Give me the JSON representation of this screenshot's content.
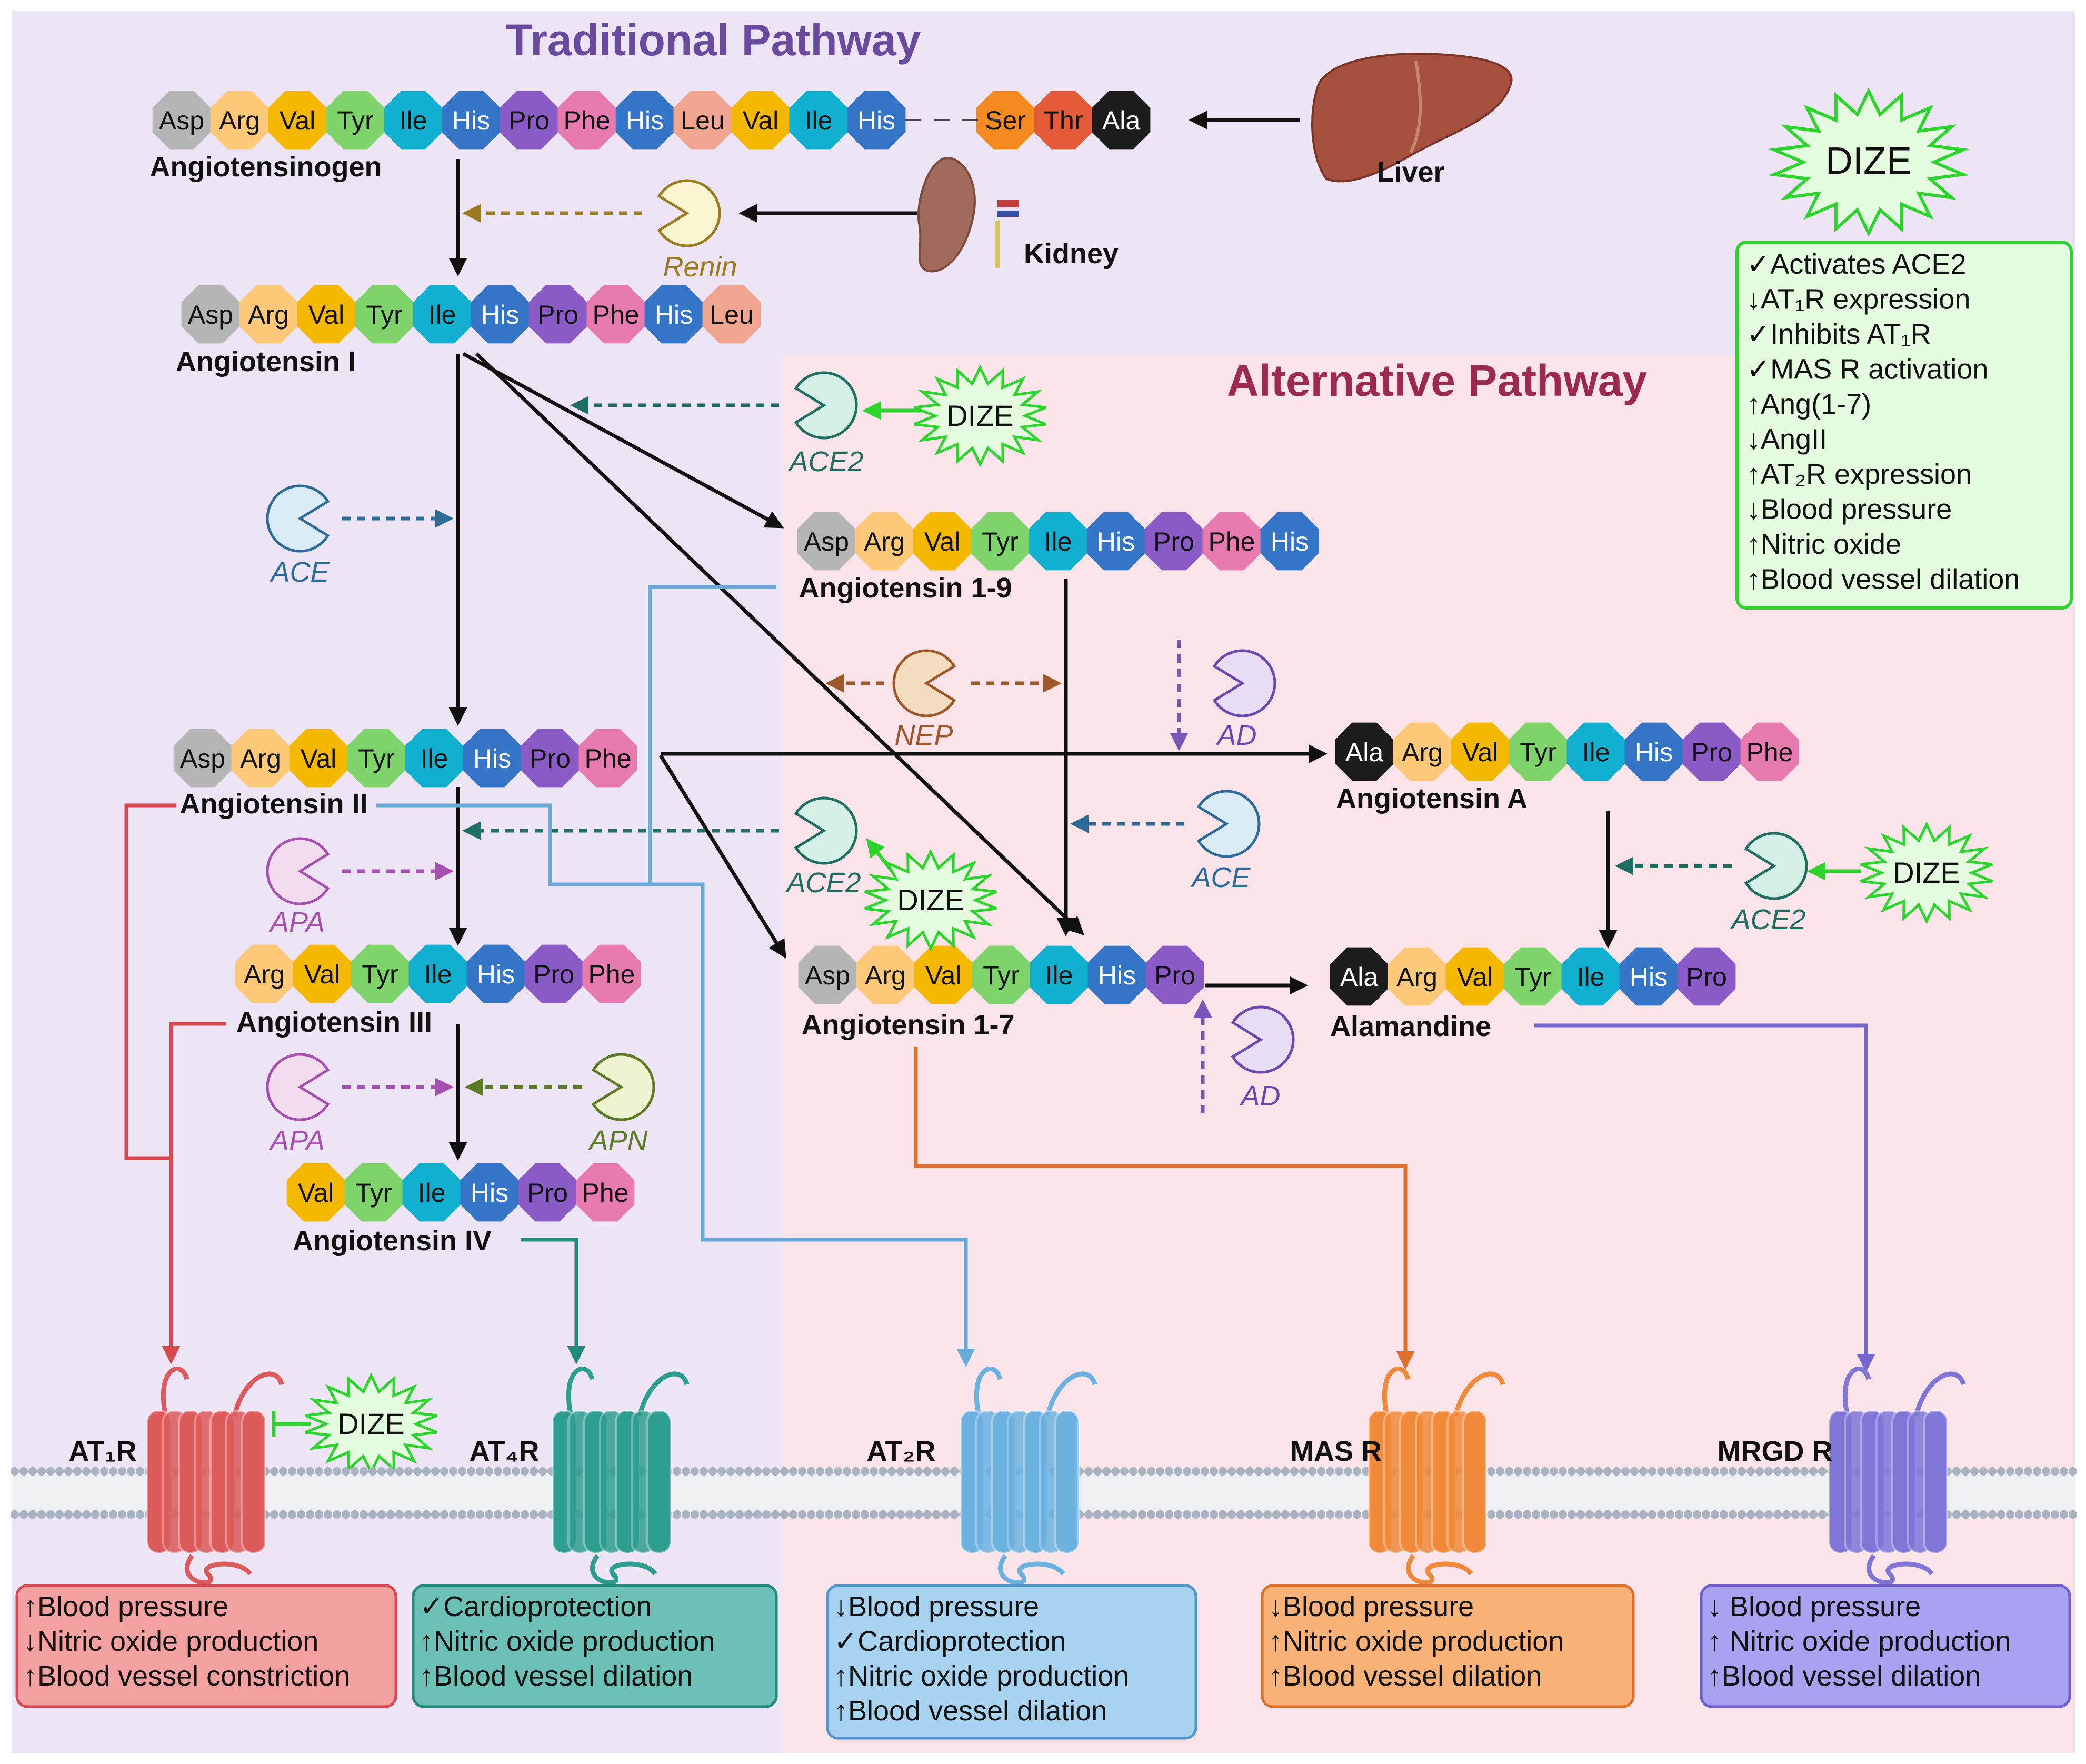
{
  "titles": {
    "traditional": "Traditional Pathway",
    "alternative": "Alternative Pathway"
  },
  "organs": {
    "liver": "Liver",
    "kidney": "Kidney"
  },
  "peptides": [
    {
      "id": "agt",
      "name": "Angiotensinogen",
      "residues": [
        "Asp",
        "Arg",
        "Val",
        "Tyr",
        "Ile",
        "His",
        "Pro",
        "Phe",
        "His",
        "Leu",
        "Val",
        "Ile",
        "His",
        "Ser",
        "Thr",
        "Ala"
      ]
    },
    {
      "id": "ang1",
      "name": "Angiotensin I",
      "residues": [
        "Asp",
        "Arg",
        "Val",
        "Tyr",
        "Ile",
        "His",
        "Pro",
        "Phe",
        "His",
        "Leu"
      ]
    },
    {
      "id": "ang19",
      "name": "Angiotensin 1-9",
      "residues": [
        "Asp",
        "Arg",
        "Val",
        "Tyr",
        "Ile",
        "His",
        "Pro",
        "Phe",
        "His"
      ]
    },
    {
      "id": "ang2",
      "name": "Angiotensin II",
      "residues": [
        "Asp",
        "Arg",
        "Val",
        "Tyr",
        "Ile",
        "His",
        "Pro",
        "Phe"
      ]
    },
    {
      "id": "angA",
      "name": "Angiotensin A",
      "residues": [
        "Ala",
        "Arg",
        "Val",
        "Tyr",
        "Ile",
        "His",
        "Pro",
        "Phe"
      ]
    },
    {
      "id": "ang3",
      "name": "Angiotensin III",
      "residues": [
        "Arg",
        "Val",
        "Tyr",
        "Ile",
        "His",
        "Pro",
        "Phe"
      ]
    },
    {
      "id": "ang17",
      "name": "Angiotensin 1-7",
      "residues": [
        "Asp",
        "Arg",
        "Val",
        "Tyr",
        "Ile",
        "His",
        "Pro"
      ]
    },
    {
      "id": "alam",
      "name": "Alamandine",
      "residues": [
        "Ala",
        "Arg",
        "Val",
        "Tyr",
        "Ile",
        "His",
        "Pro"
      ]
    },
    {
      "id": "ang4",
      "name": "Angiotensin IV",
      "residues": [
        "Val",
        "Tyr",
        "Ile",
        "His",
        "Pro",
        "Phe"
      ]
    }
  ],
  "enzymes": [
    {
      "id": "renin",
      "label": "Renin"
    },
    {
      "id": "ace2a",
      "label": "ACE2"
    },
    {
      "id": "ace_a",
      "label": "ACE"
    },
    {
      "id": "nep",
      "label": "NEP"
    },
    {
      "id": "ad1",
      "label": "AD"
    },
    {
      "id": "ace2b",
      "label": "ACE2"
    },
    {
      "id": "ace_b",
      "label": "ACE"
    },
    {
      "id": "ace2c",
      "label": "ACE2"
    },
    {
      "id": "apa1",
      "label": "APA"
    },
    {
      "id": "apa2",
      "label": "APA"
    },
    {
      "id": "apn",
      "label": "APN"
    },
    {
      "id": "ad2",
      "label": "AD"
    }
  ],
  "dize": {
    "label": "DIZE",
    "effects": [
      "✓Activates ACE2",
      "↓AT₁R  expression",
      "✓Inhibits AT₁R",
      "✓MAS R activation",
      "↑Ang(1-7)",
      "↓AngII",
      "↑AT₂R expression",
      "↓Blood pressure",
      "↑Nitric oxide",
      "↑Blood vessel dilation"
    ]
  },
  "receptors": [
    {
      "id": "at1r",
      "label": "AT₁R",
      "color": "#dc5a5a",
      "effects": [
        "↑Blood pressure",
        "↓Nitric oxide production",
        "↑Blood vessel constriction"
      ]
    },
    {
      "id": "at4r",
      "label": "AT₄R",
      "color": "#2e9e90",
      "effects": [
        "✓Cardioprotection",
        "↑Nitric oxide production",
        "↑Blood vessel dilation"
      ]
    },
    {
      "id": "at2r",
      "label": "AT₂R",
      "color": "#6cb2e0",
      "effects": [
        "↓Blood pressure",
        "✓Cardioprotection",
        "↑Nitric oxide production",
        "↑Blood vessel dilation"
      ]
    },
    {
      "id": "masr",
      "label": "MAS R",
      "color": "#f0893a",
      "effects": [
        "↓Blood pressure",
        "↑Nitric oxide production",
        "↑Blood vessel dilation"
      ]
    },
    {
      "id": "mrgdr",
      "label": "MRGD R",
      "color": "#7f76d8",
      "effects": [
        "↓ Blood pressure",
        "↑ Nitric oxide production",
        "↑Blood vessel dilation"
      ]
    }
  ],
  "colors": {
    "Asp": "#b5b5b5",
    "Arg": "#fdc978",
    "Val": "#f5b800",
    "Tyr": "#7ed36b",
    "Ile": "#12b0d0",
    "His": "#3575c8",
    "Pro": "#8a5bc6",
    "Phe": "#e77bb0",
    "Leu": "#f0a590",
    "Ser": "#f58a20",
    "Thr": "#e35b38",
    "Ala": "#1c1c1c"
  }
}
